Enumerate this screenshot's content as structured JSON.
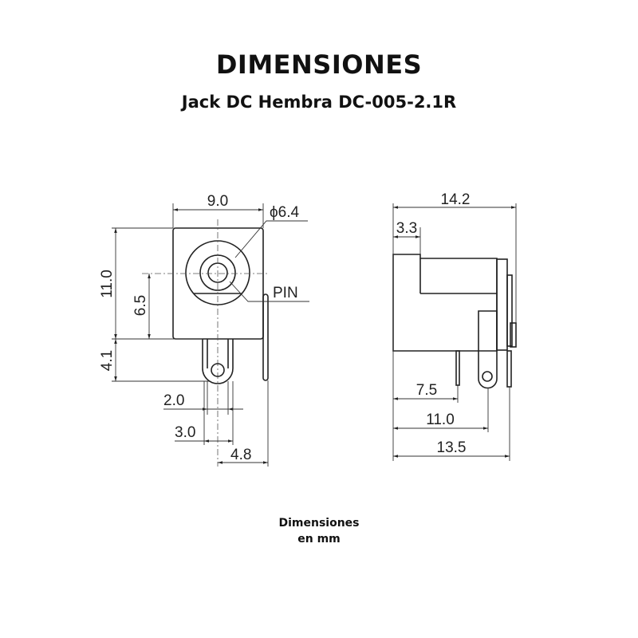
{
  "header": {
    "title": "DIMENSIONES",
    "subtitle": "Jack DC Hembra DC-005-2.1R"
  },
  "front_view": {
    "width": "9.0",
    "diameter": "ϕ6.4",
    "pin_label": "PIN",
    "height": "11.0",
    "center_height": "6.5",
    "lug_height": "4.1",
    "lug_inner_width": "2.0",
    "lug_outer_width": "3.0",
    "pin_offset": "4.8"
  },
  "side_view": {
    "total_length": "14.2",
    "step_length": "3.3",
    "pin1_offset": "7.5",
    "pin2_offset": "11.0",
    "pin3_offset": "13.5"
  },
  "footer": {
    "line1": "Dimensiones",
    "line2": "en mm"
  }
}
